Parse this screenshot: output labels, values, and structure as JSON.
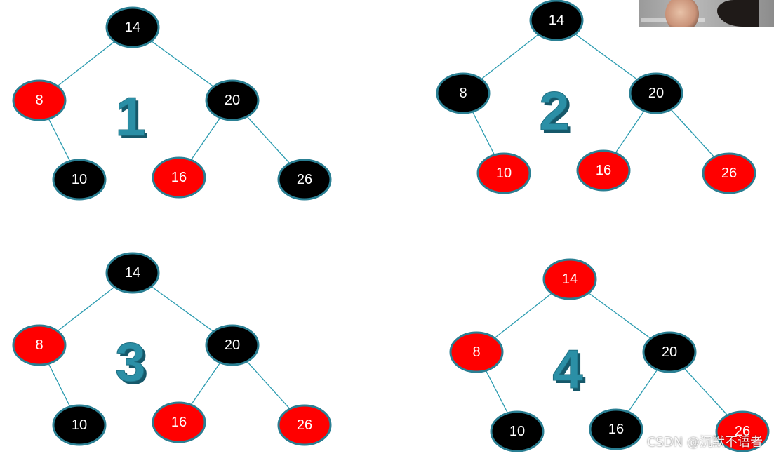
{
  "colors": {
    "black_node": "#000000",
    "red_node": "#ff0000",
    "edge": "#2a9bb0",
    "number": "#2b8fa6"
  },
  "trees": [
    {
      "number": "1",
      "nodes": {
        "n14": {
          "label": "14",
          "color": "black"
        },
        "n8": {
          "label": "8",
          "color": "red"
        },
        "n20": {
          "label": "20",
          "color": "black"
        },
        "n10": {
          "label": "10",
          "color": "black"
        },
        "n16": {
          "label": "16",
          "color": "red"
        },
        "n26": {
          "label": "26",
          "color": "black"
        }
      }
    },
    {
      "number": "2",
      "nodes": {
        "n14": {
          "label": "14",
          "color": "black"
        },
        "n8": {
          "label": "8",
          "color": "black"
        },
        "n20": {
          "label": "20",
          "color": "black"
        },
        "n10": {
          "label": "10",
          "color": "red"
        },
        "n16": {
          "label": "16",
          "color": "red"
        },
        "n26": {
          "label": "26",
          "color": "red"
        }
      }
    },
    {
      "number": "3",
      "nodes": {
        "n14": {
          "label": "14",
          "color": "black"
        },
        "n8": {
          "label": "8",
          "color": "red"
        },
        "n20": {
          "label": "20",
          "color": "black"
        },
        "n10": {
          "label": "10",
          "color": "black"
        },
        "n16": {
          "label": "16",
          "color": "red"
        },
        "n26": {
          "label": "26",
          "color": "red"
        }
      }
    },
    {
      "number": "4",
      "nodes": {
        "n14": {
          "label": "14",
          "color": "red"
        },
        "n8": {
          "label": "8",
          "color": "red"
        },
        "n20": {
          "label": "20",
          "color": "black"
        },
        "n10": {
          "label": "10",
          "color": "black"
        },
        "n16": {
          "label": "16",
          "color": "black"
        },
        "n26": {
          "label": "26",
          "color": "red"
        }
      }
    }
  ],
  "watermark": "CSDN @沉默不语者"
}
